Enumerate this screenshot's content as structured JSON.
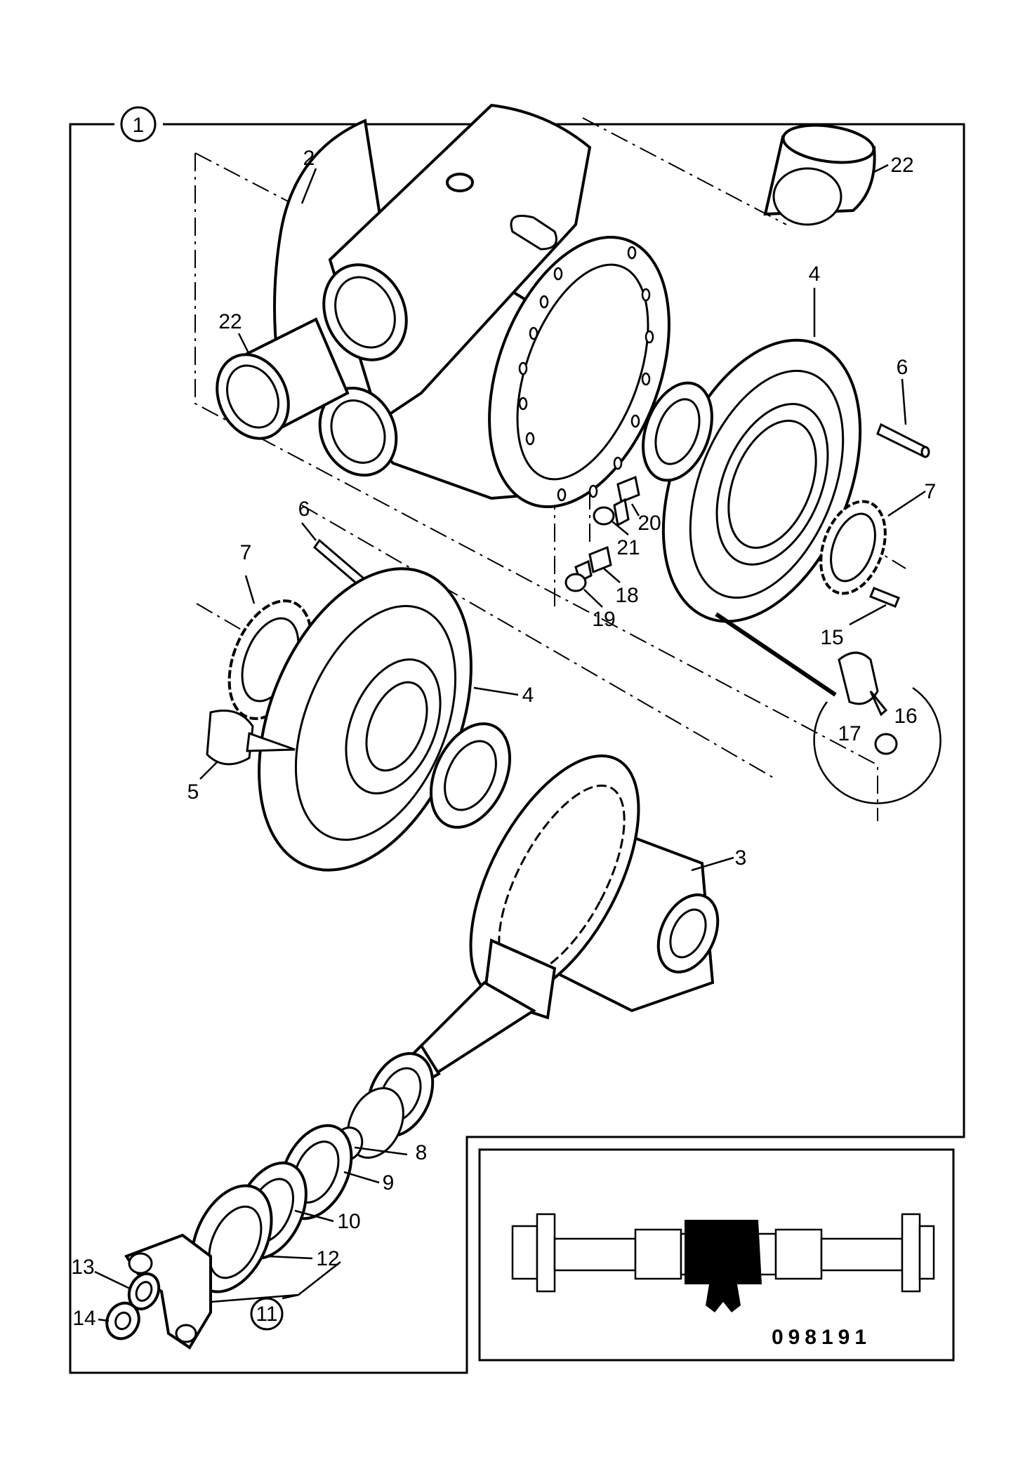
{
  "diagram": {
    "assembly_number": "1",
    "part_labels": [
      "2",
      "22",
      "22",
      "4",
      "6",
      "7",
      "20",
      "21",
      "18",
      "19",
      "15",
      "17",
      "16",
      "6",
      "7",
      "4",
      "5",
      "3",
      "8",
      "9",
      "10",
      "12",
      "13",
      "14"
    ],
    "yoke_assembly_number": "11",
    "inset_code": "098191"
  }
}
